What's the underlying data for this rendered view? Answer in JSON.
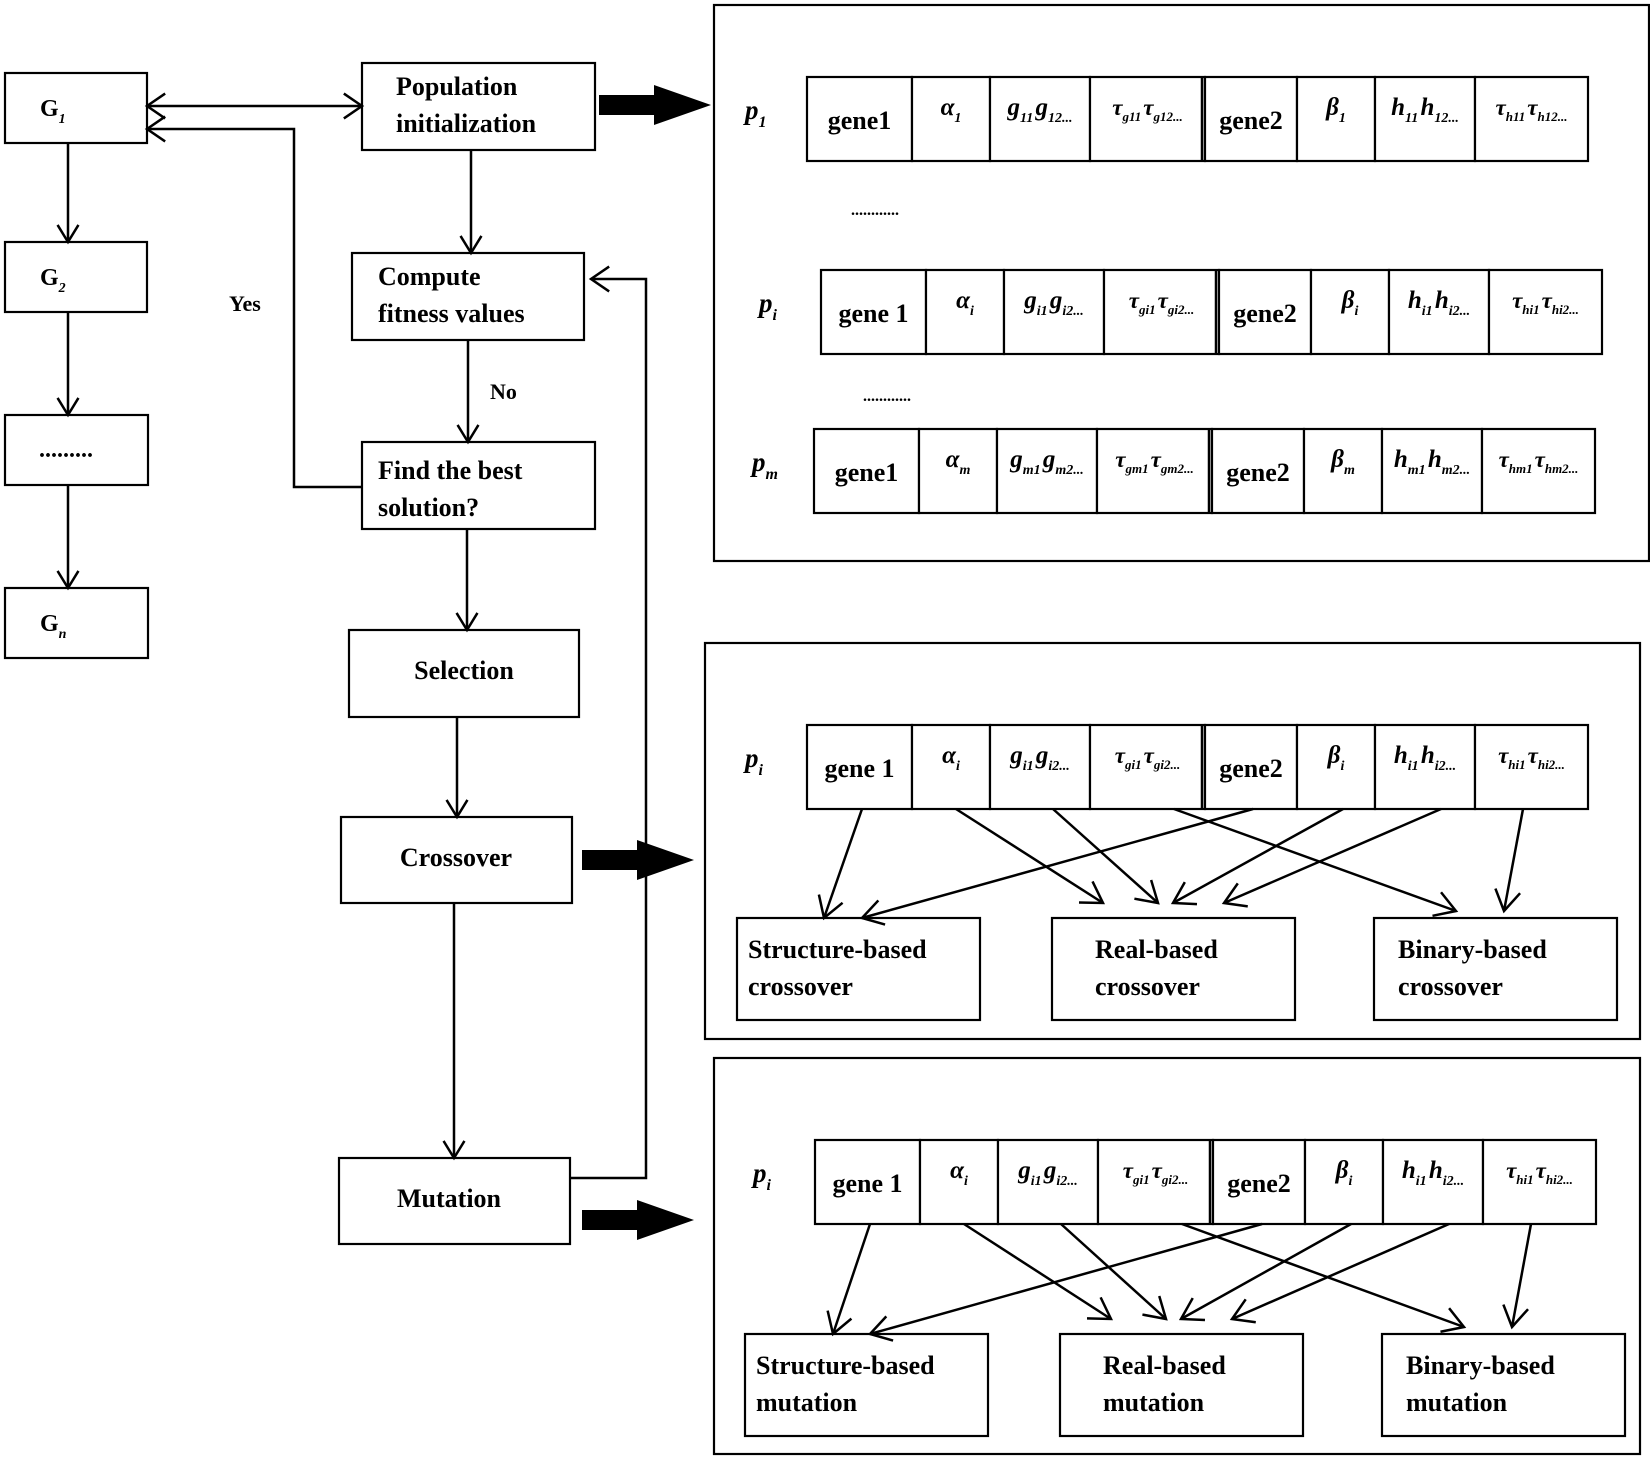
{
  "flow": {
    "generations": [
      "G",
      "G",
      ".........",
      "G"
    ],
    "generation_subscripts": [
      "1",
      "2",
      "",
      "n"
    ],
    "boxes": {
      "population_init": [
        "Population",
        "initialization"
      ],
      "compute_fitness": [
        "Compute",
        "fitness values"
      ],
      "find_best": [
        "Find the best",
        "solution?"
      ],
      "selection": "Selection",
      "crossover": "Crossover",
      "mutation": "Mutation"
    },
    "labels": {
      "yes": "Yes",
      "no": "No"
    }
  },
  "population_panel": {
    "rows": [
      {
        "label": "p",
        "label_sub": "1",
        "cells": [
          {
            "t": "gene1"
          },
          {
            "t": "α",
            "s": "1"
          },
          {
            "t": "g",
            "s": "11",
            "t2": "g",
            "s2": "12..."
          },
          {
            "t": "τ",
            "s": "g11",
            "t2": "τ",
            "s2": "g12..."
          },
          {
            "t": "gene2"
          },
          {
            "t": "β",
            "s": "1"
          },
          {
            "t": "h",
            "s": "11",
            "t2": "h",
            "s2": "12..."
          },
          {
            "t": "τ",
            "s": "h11",
            "t2": "τ",
            "s2": "h12..."
          }
        ]
      },
      {
        "label": "p",
        "label_sub": "i",
        "cells": [
          {
            "t": "gene 1"
          },
          {
            "t": "α",
            "s": "i"
          },
          {
            "t": "g",
            "s": "i1",
            "t2": "g",
            "s2": "i2..."
          },
          {
            "t": "τ",
            "s": "gi1",
            "t2": "τ",
            "s2": "gi2..."
          },
          {
            "t": "gene2"
          },
          {
            "t": "β",
            "s": "i"
          },
          {
            "t": "h",
            "s": "i1",
            "t2": "h",
            "s2": "i2..."
          },
          {
            "t": "τ",
            "s": "hi1",
            "t2": "τ",
            "s2": "hi2..."
          }
        ]
      },
      {
        "label": "p",
        "label_sub": "m",
        "cells": [
          {
            "t": "gene1"
          },
          {
            "t": "α",
            "s": "m"
          },
          {
            "t": "g",
            "s": "m1",
            "t2": "g",
            "s2": "m2..."
          },
          {
            "t": "τ",
            "s": "gm1",
            "t2": "τ",
            "s2": "gm2..."
          },
          {
            "t": "gene2"
          },
          {
            "t": "β",
            "s": "m"
          },
          {
            "t": "h",
            "s": "m1",
            "t2": "h",
            "s2": "m2..."
          },
          {
            "t": "τ",
            "s": "hm1",
            "t2": "τ",
            "s2": "hm2..."
          }
        ]
      }
    ],
    "separators": [
      "............",
      "............"
    ]
  },
  "crossover_panel": {
    "label": "p",
    "label_sub": "i",
    "cells": [
      {
        "t": "gene 1"
      },
      {
        "t": "α",
        "s": "i"
      },
      {
        "t": "g",
        "s": "i1",
        "t2": "g",
        "s2": "i2..."
      },
      {
        "t": "τ",
        "s": "gi1",
        "t2": "τ",
        "s2": "gi2..."
      },
      {
        "t": "gene2"
      },
      {
        "t": "β",
        "s": "i"
      },
      {
        "t": "h",
        "s": "i1",
        "t2": "h",
        "s2": "i2..."
      },
      {
        "t": "τ",
        "s": "hi1",
        "t2": "τ",
        "s2": "hi2..."
      }
    ],
    "targets": [
      [
        "Structure-based",
        "crossover"
      ],
      [
        "Real-based",
        "crossover"
      ],
      [
        "Binary-based",
        "crossover"
      ]
    ]
  },
  "mutation_panel": {
    "label": "p",
    "label_sub": "i",
    "cells": [
      {
        "t": "gene 1"
      },
      {
        "t": "α",
        "s": "i"
      },
      {
        "t": "g",
        "s": "i1",
        "t2": "g",
        "s2": "i2..."
      },
      {
        "t": "τ",
        "s": "gi1",
        "t2": "τ",
        "s2": "gi2..."
      },
      {
        "t": "gene2"
      },
      {
        "t": "β",
        "s": "i"
      },
      {
        "t": "h",
        "s": "i1",
        "t2": "h",
        "s2": "i2..."
      },
      {
        "t": "τ",
        "s": "hi1",
        "t2": "τ",
        "s2": "hi2..."
      }
    ],
    "targets": [
      [
        "Structure-based",
        "mutation"
      ],
      [
        "Real-based",
        "mutation"
      ],
      [
        "Binary-based",
        "mutation"
      ]
    ]
  }
}
